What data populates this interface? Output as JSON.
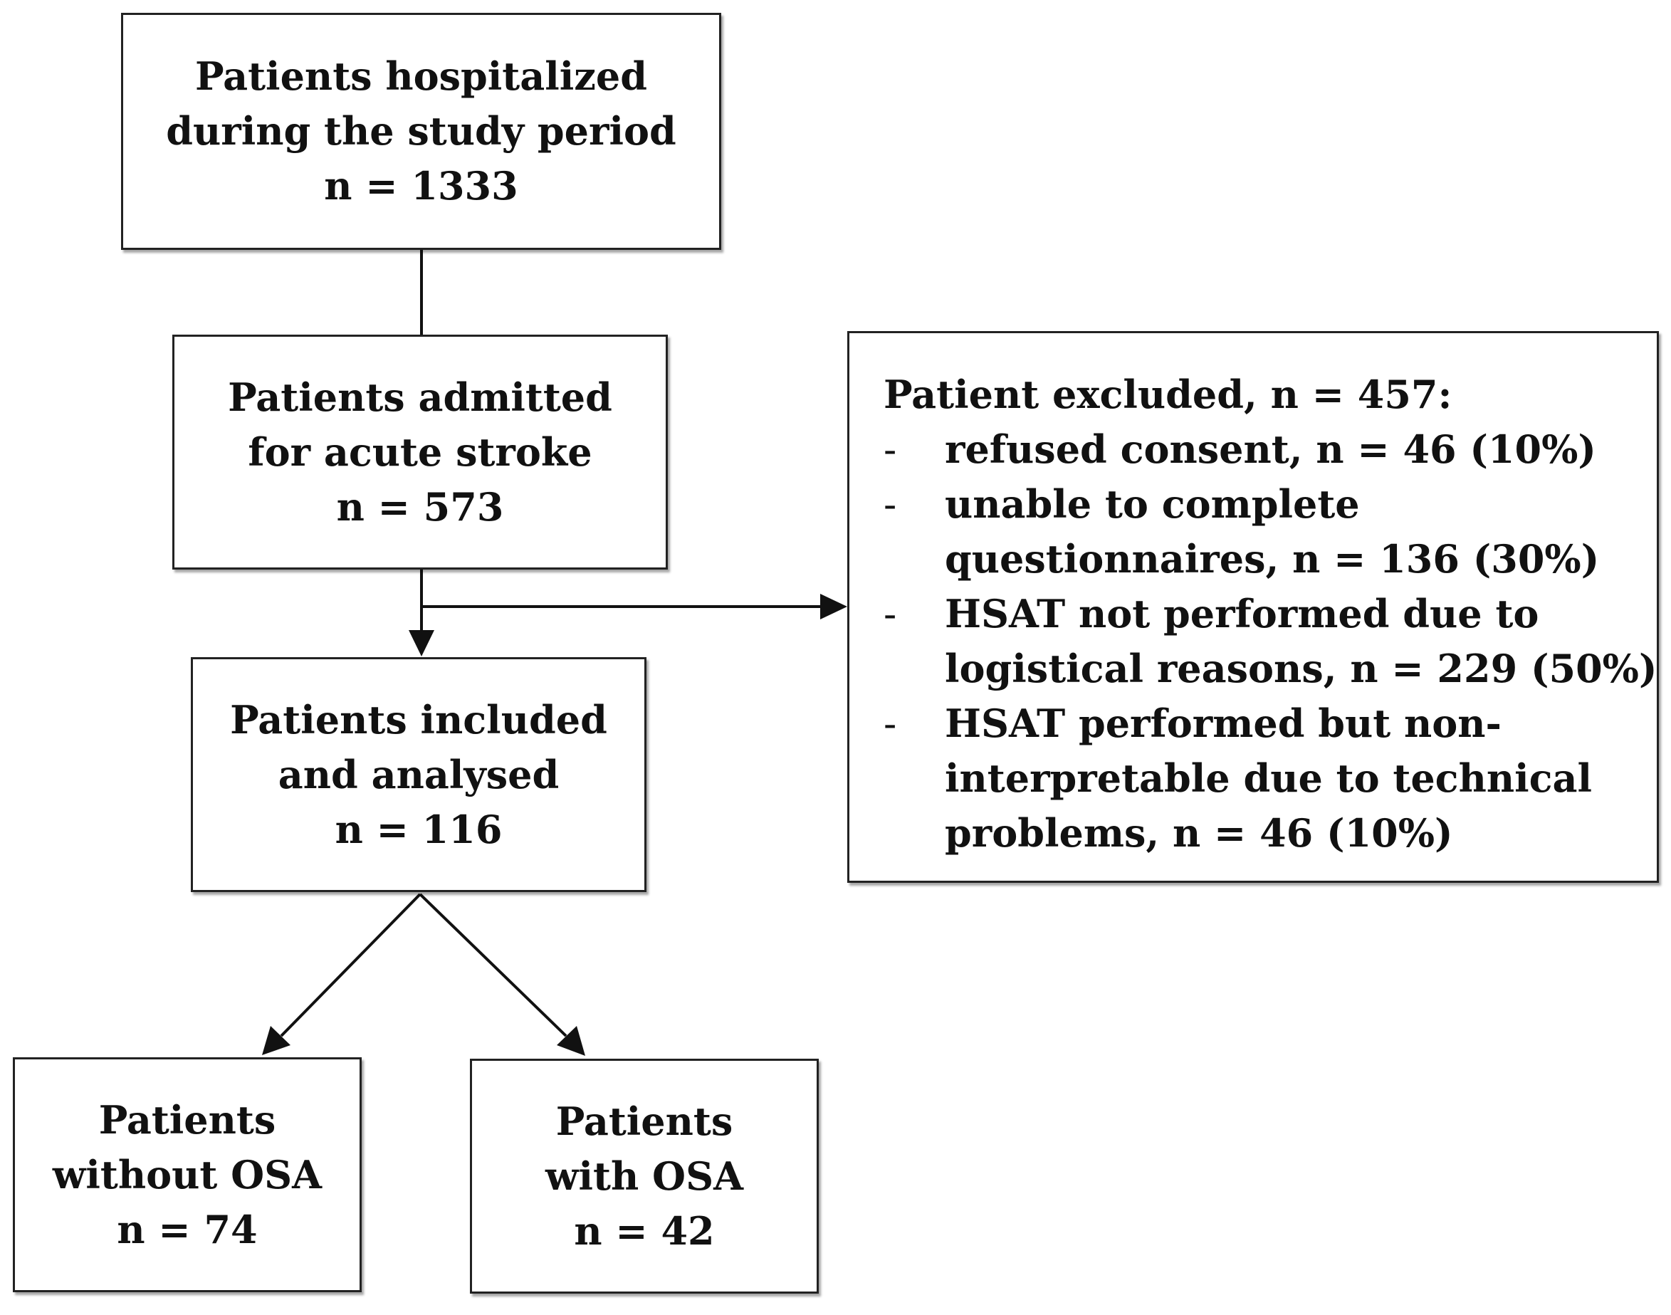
{
  "boxes": {
    "hospitalized": {
      "lines": [
        "Patients hospitalized",
        "during the study period",
        "n = 1333"
      ]
    },
    "admitted": {
      "lines": [
        "Patients admitted",
        "for acute stroke",
        "n = 573"
      ]
    },
    "included": {
      "lines": [
        "Patients included",
        "and analysed",
        "n = 116"
      ]
    },
    "without_osa": {
      "lines": [
        "Patients",
        "without OSA",
        "n = 74"
      ]
    },
    "with_osa": {
      "lines": [
        "Patients",
        "with OSA",
        "n = 42"
      ]
    },
    "excluded": {
      "heading": "Patient excluded, n = 457:",
      "bullet": "-",
      "items": [
        {
          "lines": [
            "refused consent, n = 46 (10%)"
          ]
        },
        {
          "lines": [
            "unable to complete",
            "questionnaires, n = 136 (30%)"
          ]
        },
        {
          "lines": [
            "HSAT not performed due to",
            "logistical reasons, n = 229 (50%)"
          ]
        },
        {
          "lines": [
            "HSAT performed but non-",
            "interpretable due to technical",
            "problems, n = 46 (10%)"
          ]
        }
      ]
    }
  },
  "colors": {
    "line": "#111111",
    "box_border": "#222222",
    "background": "#ffffff"
  }
}
